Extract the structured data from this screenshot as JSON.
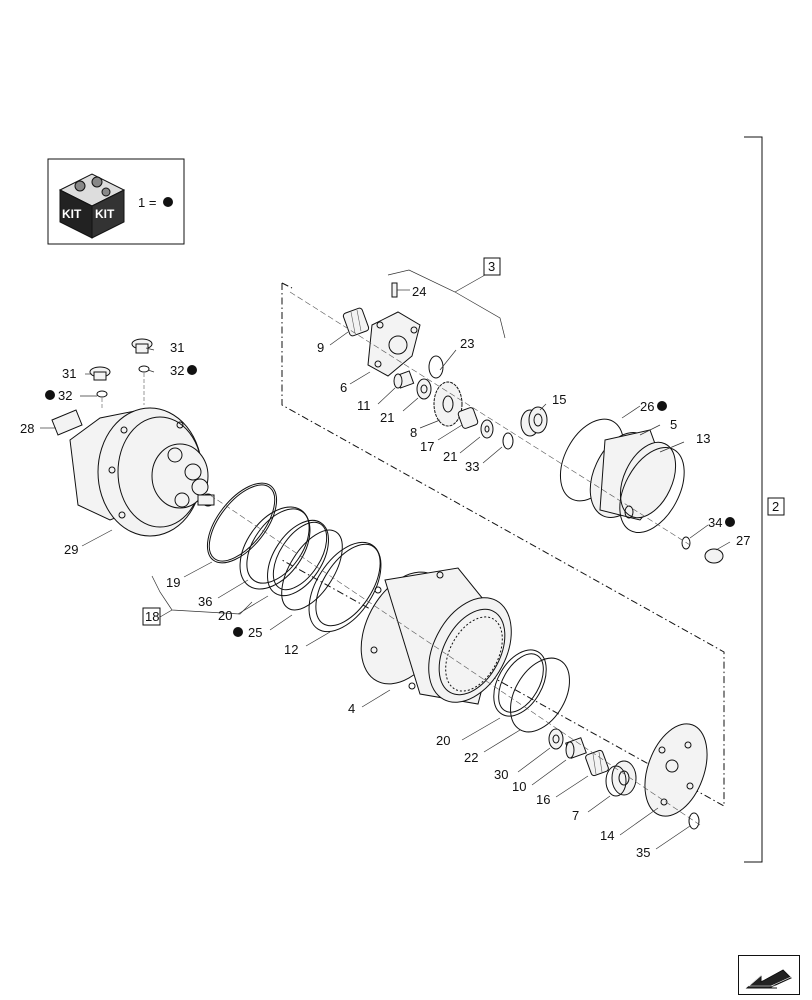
{
  "kit_box": {
    "kit_text_a": "KIT",
    "kit_text_b": "KIT",
    "legend": "1 ="
  },
  "group_labels": {
    "g3": "3",
    "g2": "2",
    "g18": "18"
  },
  "callouts": {
    "c24": "24",
    "c9": "9",
    "c23": "23",
    "c6": "6",
    "c11": "11",
    "c21a": "21",
    "c8": "8",
    "c17": "17",
    "c21b": "21",
    "c33": "33",
    "c15": "15",
    "c26": "26",
    "c5": "5",
    "c13": "13",
    "c34": "34",
    "c27": "27",
    "c31a": "31",
    "c32a": "32",
    "c31b": "31",
    "c32b": "32",
    "c28": "28",
    "c29": "29",
    "c19": "19",
    "c36": "36",
    "c20a": "20",
    "c25": "25",
    "c12": "12",
    "c4": "4",
    "c20b": "20",
    "c22": "22",
    "c30": "30",
    "c10": "10",
    "c16": "16",
    "c7": "7",
    "c14": "14",
    "c35": "35"
  },
  "nav": {
    "icon": "next-page-arrow-icon"
  }
}
